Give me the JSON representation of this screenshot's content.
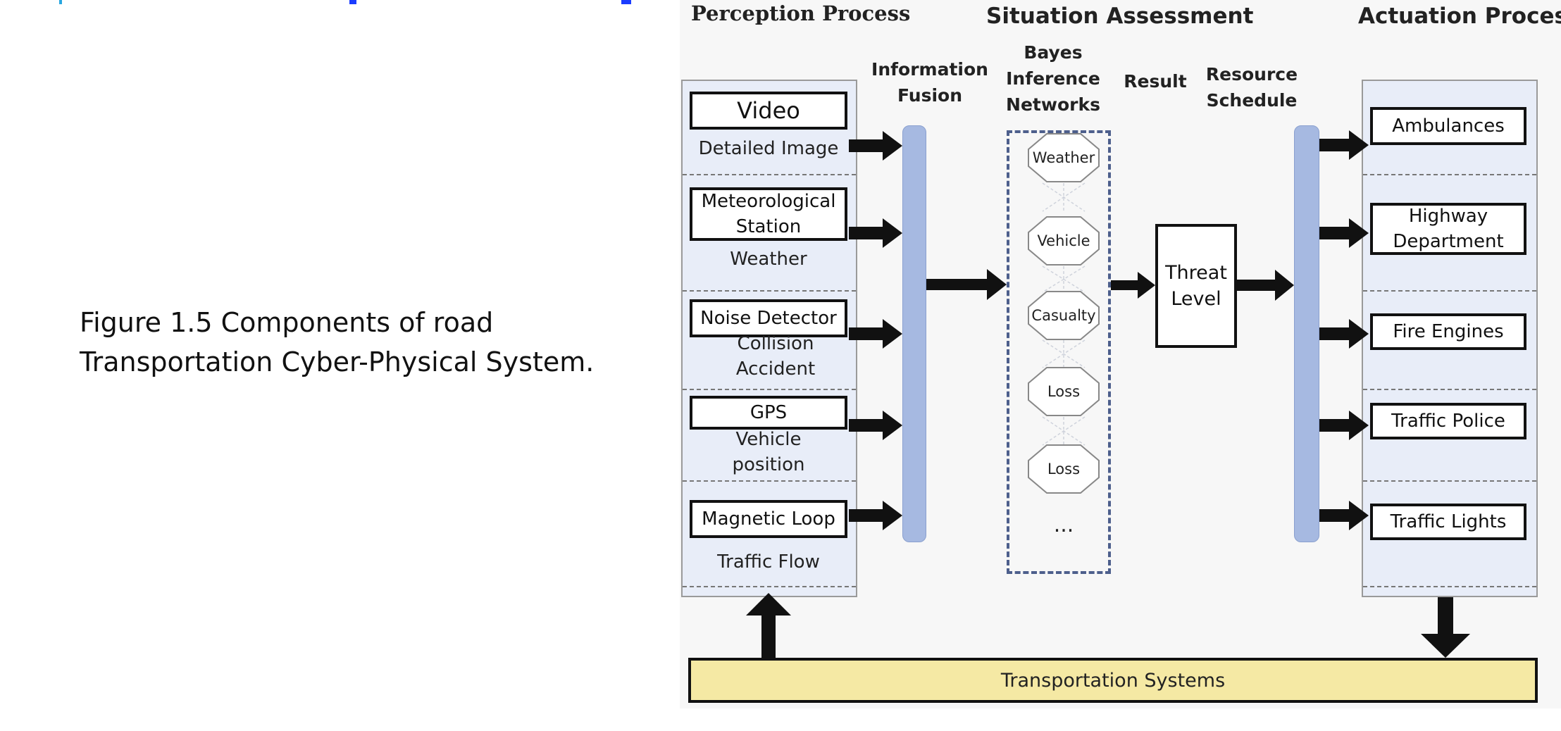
{
  "caption": {
    "line1": "Figure 1.5 Components of road",
    "line2": "Transportation Cyber-Physical System."
  },
  "diagram": {
    "sections": {
      "perception": "Perception Process",
      "situation": "Situation Assessment",
      "actuation": "Actuation Process"
    },
    "stage_labels": {
      "fusion": [
        "Information",
        "Fusion"
      ],
      "bayes": [
        "Bayes",
        "Inference",
        "Networks"
      ],
      "result": "Result",
      "schedule": [
        "Resource",
        "Schedule"
      ]
    },
    "sensors": [
      {
        "device": [
          "Video"
        ],
        "data": [
          "Detailed Image"
        ]
      },
      {
        "device": [
          "Meteorological",
          "Station"
        ],
        "data": [
          "Weather"
        ]
      },
      {
        "device": [
          "Noise Detector"
        ],
        "data": [
          "Collision",
          "Accident"
        ]
      },
      {
        "device": [
          "GPS"
        ],
        "data": [
          "Vehicle",
          "position"
        ]
      },
      {
        "device": [
          "Magnetic Loop"
        ],
        "data": [
          "Traffic Flow"
        ]
      }
    ],
    "bayes_nodes": [
      "Weather",
      "Vehicle",
      "Casualty",
      "Loss",
      "Loss"
    ],
    "bayes_ellipsis": "...",
    "result_box": [
      "Threat",
      "Level"
    ],
    "actuators": [
      [
        "Ambulances"
      ],
      [
        "Highway",
        "Department"
      ],
      [
        "Fire Engines"
      ],
      [
        "Traffic Police"
      ],
      [
        "Traffic Lights"
      ]
    ],
    "bottom": "Transportation Systems",
    "colors": {
      "panel": "#e8edf8",
      "bar": "#a6b9e1",
      "bayes_border": "#4d5f8c",
      "bottom_fill": "#f5e9a4",
      "top_line_blue": "#1a3cff",
      "top_line_cyan": "#2aa7e0"
    }
  }
}
